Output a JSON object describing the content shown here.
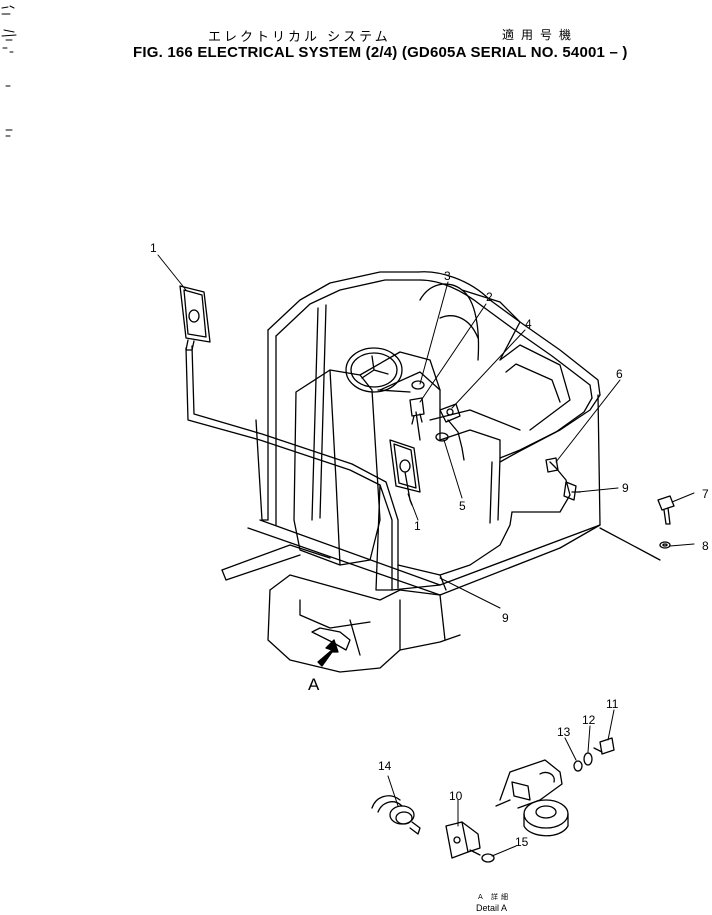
{
  "header": {
    "title_jp": "エレクトリカル システム",
    "serial_jp": "適用号機",
    "title": "FIG. 166  ELECTRICAL SYSTEM (2/4) (GD605A SERIAL NO. 54001 – )"
  },
  "callouts": [
    "1",
    "2",
    "3",
    "4",
    "5",
    "6",
    "7",
    "8",
    "9",
    "1",
    "9",
    "10",
    "11",
    "12",
    "13",
    "14",
    "15"
  ],
  "view_marker": "A",
  "detail": {
    "label_jp": "A 詳細",
    "label": "Detail A"
  }
}
